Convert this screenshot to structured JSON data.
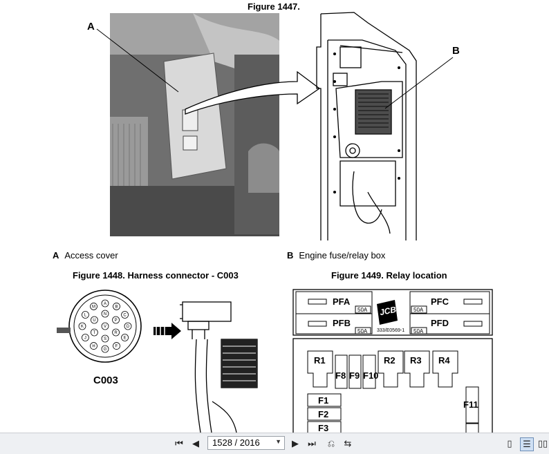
{
  "document": {
    "figure_1447_title": "Figure 1447.",
    "callout_a": "A",
    "callout_b": "B",
    "legend_a_key": "A",
    "legend_a_text": "Access cover",
    "legend_b_key": "B",
    "legend_b_text": "Engine fuse/relay box",
    "figure_1448_title": "Figure 1448. Harness connector - C003",
    "figure_1449_title": "Figure 1449. Relay location",
    "connector_label": "C003",
    "fuse_box": {
      "pfa": "PFA",
      "pfb": "PFB",
      "pfc": "PFC",
      "pfd": "PFD",
      "amp_pfa": "50A",
      "amp_pfb": "50A",
      "amp_pfc": "50A",
      "amp_pfd": "50A",
      "logo": "JCB",
      "part_number": "333/E0569-1",
      "relays": [
        "R1",
        "R2",
        "R3",
        "R4"
      ],
      "fuses_top": [
        "F8",
        "F9",
        "F10"
      ],
      "fuses_left": [
        "F1",
        "F2",
        "F3"
      ],
      "fuse_right": "F11"
    },
    "connector_pins": [
      "A",
      "B",
      "C",
      "D",
      "E",
      "F",
      "G",
      "H",
      "J",
      "K",
      "L",
      "M",
      "N",
      "P",
      "R",
      "S",
      "T",
      "U",
      "V"
    ]
  },
  "toolbar": {
    "page_indicator": "1528 / 2016",
    "icons": [
      "first-page-icon",
      "previous-page-icon",
      "next-page-icon",
      "last-page-icon",
      "go-back-icon",
      "go-forward-icon",
      "single-page-view-icon",
      "continuous-view-icon",
      "facing-view-icon"
    ]
  }
}
